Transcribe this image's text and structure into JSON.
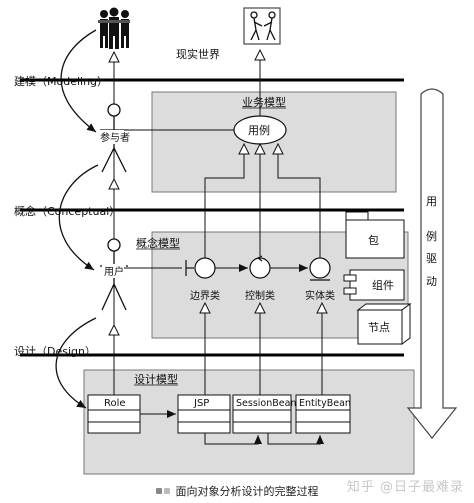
{
  "diagram": {
    "real_world": "现实世界",
    "stages": [
      {
        "side_label": "建模（Modeling）",
        "panel_title": "业务模型"
      },
      {
        "side_label": "概念（Conceptual）",
        "panel_title": "概念模型"
      },
      {
        "side_label": "设计（Design）",
        "panel_title": "设计模型"
      }
    ],
    "actors": {
      "participant": "参与者",
      "user": "用户"
    },
    "use_case": "用例",
    "analysis_classes": {
      "boundary": "边界类",
      "control": "控制类",
      "entity": "实体类"
    },
    "elements": {
      "package": "包",
      "component": "组件",
      "node": "节点"
    },
    "design_classes": [
      "Role",
      "JSP",
      "SessionBean",
      "EntityBean"
    ],
    "right_arrow": [
      "用",
      "例",
      "驱",
      "动"
    ]
  },
  "caption": "面向对象分析设计的完整过程",
  "watermark": "知乎 @日子最难录"
}
